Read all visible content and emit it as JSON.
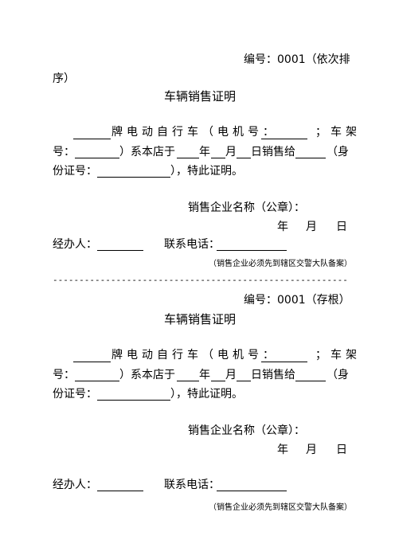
{
  "certs": [
    {
      "number_line1": "编号：0001（依次排",
      "number_line2": "序）",
      "title": "车辆销售证明",
      "p1_a": "牌电动自行车（电机号：",
      "p1_b": "；车架",
      "p2_a": "号：",
      "p2_b": "）系本店于",
      "p2_c": "年",
      "p2_d": "月",
      "p2_e": "日销售给",
      "p2_f": "（身",
      "p3_a": "份证号：",
      "p3_b": "），特此证明。",
      "company": "销售企业名称（公章）：",
      "date_y": "年",
      "date_m": "月",
      "date_d": "日",
      "handler": "经办人：",
      "phone": "联系电话：",
      "note": "（销售企业必须先到辖区交警大队备案）"
    },
    {
      "number_line1": "编号：0001（存根）",
      "title": "车辆销售证明",
      "p1_a": "牌电动自行车（电机号：",
      "p1_b": "；车架",
      "p2_a": "号：",
      "p2_b": "）系本店于",
      "p2_c": "年",
      "p2_d": "月",
      "p2_e": "日销售给",
      "p2_f": "（身",
      "p3_a": "份证号：",
      "p3_b": "），特此证明。",
      "company": "销售企业名称（公章）：",
      "date_y": "年",
      "date_m": "月",
      "date_d": "日",
      "handler": "经办人：",
      "phone": "联系电话：",
      "note": "（销售企业必须先到辖区交警大队备案）"
    }
  ],
  "separator": "--------------------------------------------------------"
}
